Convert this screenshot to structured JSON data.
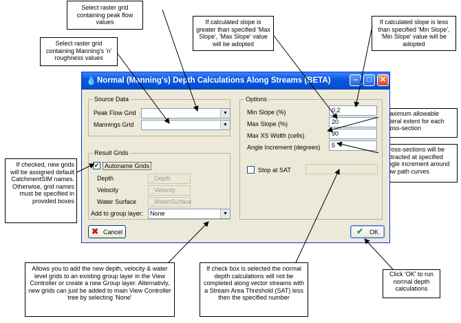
{
  "dialog": {
    "title": "Normal (Manning's) Depth Calculations Along Streams (BETA)",
    "source_data": {
      "legend": "Source Data",
      "peak_flow_label": "Peak Flow Grid",
      "peak_flow_value": "",
      "mannings_label": "Mannings Grid",
      "mannings_value": ""
    },
    "result_grids": {
      "legend": "Result Grids",
      "autoname_label": "Autoname Grids",
      "autoname_checked": true,
      "depth_label": "Depth",
      "depth_value": "_Depth",
      "velocity_label": "Velocity",
      "velocity_value": "_Velocity",
      "water_surface_label": "Water Surface",
      "water_surface_value": "_WaterSurface",
      "group_layer_label": "Add to group layer:",
      "group_layer_value": "None"
    },
    "options": {
      "legend": "Options",
      "min_slope_label": "Min Slope (%)",
      "min_slope_value": "0.2",
      "max_slope_label": "Max Slope (%)",
      "max_slope_value": "20",
      "max_xs_label": "Max XS Width (cells)",
      "max_xs_value": "90",
      "angle_label": "Angle Increment (degrees)",
      "angle_value": "5",
      "stop_sat_label": "Stop at SAT",
      "stop_sat_checked": false,
      "stop_sat_value": ""
    },
    "cancel_label": "Cancel",
    "ok_label": "OK"
  },
  "callouts": {
    "peak_flow": "Select raster grid containing peak flow values",
    "mannings": "Select raster grid containing Manning's 'n' roughness values",
    "max_slope": "If calculated slope is greater than specified 'Max Slope', 'Max Slope' value will be adopted",
    "min_slope": "If calculated slope is less than specified 'Min Slope', 'Min Slope' value will be adopted",
    "max_xs": "Maximum allowable lateral extent for each cross-section",
    "angle": "Cross-sections will be extracted at specified angle increment around flow path curves",
    "autoname": "If checked, new grids will be assigned default CatchmentSIM names. Otherwise, grid names must be specified in provided boxes",
    "group_layer": "Allows you to add the new depth, velocity & water level grids to an existing group layer in the View Controller or create a new Group layer. Alternativly, new grids can just be added to main View Controller tree by selecting 'None'",
    "stop_sat": "If check box is selected the normal depth calculations will not be completed along vector streams with a Stream Area Threshold (SAT) less then the specified number",
    "ok": "Click 'OK' to run normal depth calculations"
  },
  "colors": {
    "titlebar": "#0b58e0",
    "dialog_bg": "#ece9d8",
    "ok_check": "#2aa02a",
    "cancel_x": "#c02020"
  },
  "icons": {
    "app": "water-drop-icon",
    "cancel": "red-x-icon",
    "ok": "green-check-icon"
  }
}
